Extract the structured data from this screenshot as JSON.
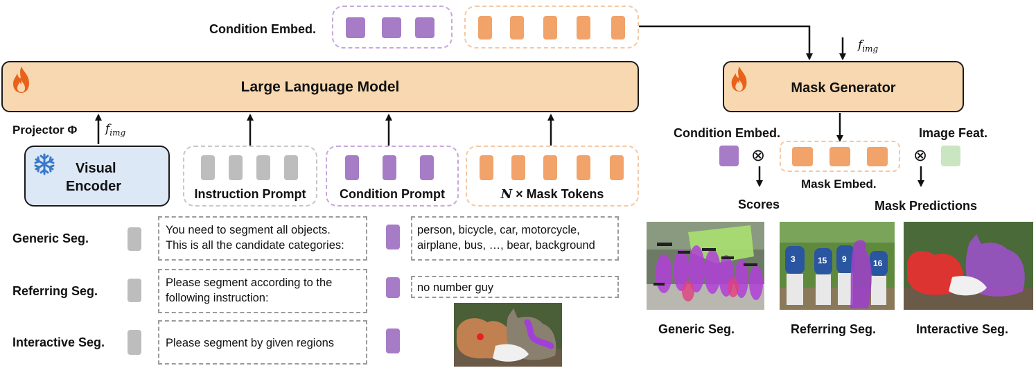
{
  "top": {
    "condition_embed_label": "Condition Embed."
  },
  "llm": {
    "label": "Large Language Model"
  },
  "mask_generator": {
    "label": "Mask Generator"
  },
  "projector": {
    "label": "Projector Φ"
  },
  "fimg": {
    "base": "f",
    "sub": "img"
  },
  "visual_encoder": {
    "line1": "Visual",
    "line2": "Encoder"
  },
  "prompts": {
    "instruction": "Instruction Prompt",
    "condition": "Condition Prompt",
    "mask_tokens_n": "N",
    "mask_tokens_rest": " × Mask Tokens"
  },
  "right": {
    "condition_embed": "Condition Embed.",
    "image_feat": "Image Feat.",
    "mask_embed": "Mask Embed.",
    "scores": "Scores",
    "mask_predictions": "Mask Predictions",
    "otimes": "⊗"
  },
  "tasks": [
    {
      "name": "Generic Seg.",
      "instruction": [
        "You need to segment all objects.",
        "This is all the candidate categories:"
      ],
      "condition": [
        "person, bicycle, car, motorcycle,",
        "airplane, bus, …, bear, background"
      ]
    },
    {
      "name": "Referring Seg.",
      "instruction": [
        "Please segment according to the",
        "following instruction:"
      ],
      "condition": [
        "no number guy"
      ]
    },
    {
      "name": "Interactive Seg.",
      "instruction": [
        "Please segment by given regions"
      ],
      "condition": []
    }
  ],
  "results": {
    "generic": "Generic Seg.",
    "referring": "Referring Seg.",
    "interactive": "Interactive Seg."
  },
  "players": {
    "p1": "3",
    "p2": "15",
    "p3": "9",
    "p4": "16"
  },
  "colors": {
    "llm_fill": "#f8d8b0",
    "encoder_fill": "#dce8f6",
    "token_gray": "#bdbdbd",
    "token_purple": "#a77cc6",
    "token_orange": "#f1a36a",
    "image_feat": "#c9e6c0",
    "fire": "#e8621a",
    "snowflake": "#3a78c8"
  },
  "icons": {
    "llm": "fire-icon",
    "mask_generator": "fire-icon",
    "visual_encoder": "snowflake-icon"
  }
}
